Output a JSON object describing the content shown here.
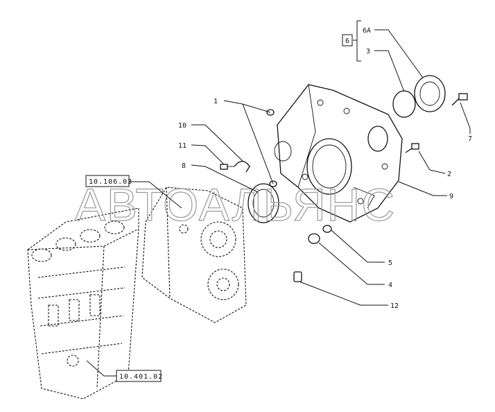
{
  "watermark": "АВТОАЛЬЯНС",
  "group_box_label": "6",
  "callouts": {
    "c1": "1",
    "c2": "2",
    "c3": "3",
    "c4": "4",
    "c5": "5",
    "c6a": "6A",
    "c7": "7",
    "c8": "8",
    "c9": "9",
    "c10": "10",
    "c11": "11",
    "c12": "12"
  },
  "references": {
    "block_ref": "10.106.03",
    "engine_ref": "10.401.02"
  }
}
